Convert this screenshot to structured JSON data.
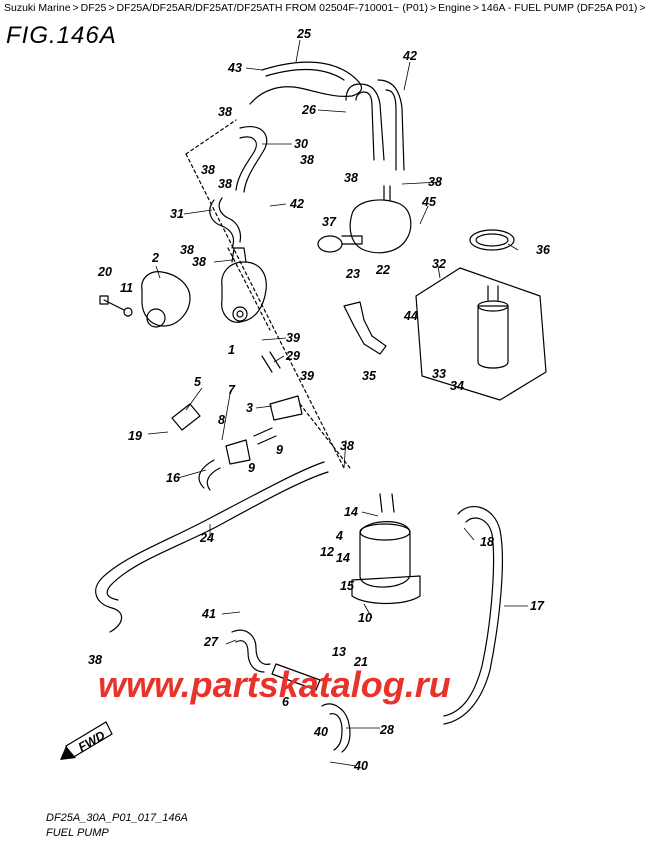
{
  "breadcrumb": {
    "items": [
      "Suzuki Marine",
      "DF25",
      "DF25A/DF25AR/DF25AT/DF25ATH FROM 02504F-710001~ (P01)",
      "Engine",
      "146A - FUEL PUMP (DF25A P01)"
    ],
    "separator": ">"
  },
  "figure": {
    "title": "FIG.146A"
  },
  "callouts": [
    {
      "id": "c25",
      "label": "25"
    },
    {
      "id": "c43",
      "label": "43"
    },
    {
      "id": "c42a",
      "label": "42"
    },
    {
      "id": "c26",
      "label": "26"
    },
    {
      "id": "c38a",
      "label": "38"
    },
    {
      "id": "c30",
      "label": "30"
    },
    {
      "id": "c38b",
      "label": "38"
    },
    {
      "id": "c38c",
      "label": "38"
    },
    {
      "id": "c38d",
      "label": "38"
    },
    {
      "id": "c38e",
      "label": "38"
    },
    {
      "id": "c38f",
      "label": "38"
    },
    {
      "id": "c42b",
      "label": "42"
    },
    {
      "id": "c45",
      "label": "45"
    },
    {
      "id": "c31",
      "label": "31"
    },
    {
      "id": "c37",
      "label": "37"
    },
    {
      "id": "c36",
      "label": "36"
    },
    {
      "id": "c38g",
      "label": "38"
    },
    {
      "id": "c2",
      "label": "2"
    },
    {
      "id": "c38h",
      "label": "38"
    },
    {
      "id": "c23",
      "label": "23"
    },
    {
      "id": "c22",
      "label": "22"
    },
    {
      "id": "c32",
      "label": "32"
    },
    {
      "id": "c20",
      "label": "20"
    },
    {
      "id": "c11",
      "label": "11"
    },
    {
      "id": "c44",
      "label": "44"
    },
    {
      "id": "c39a",
      "label": "39"
    },
    {
      "id": "c1",
      "label": "1"
    },
    {
      "id": "c29",
      "label": "29"
    },
    {
      "id": "c33",
      "label": "33"
    },
    {
      "id": "c34",
      "label": "34"
    },
    {
      "id": "c35",
      "label": "35"
    },
    {
      "id": "c5",
      "label": "5"
    },
    {
      "id": "c7",
      "label": "7"
    },
    {
      "id": "c39b",
      "label": "39"
    },
    {
      "id": "c3",
      "label": "3"
    },
    {
      "id": "c8",
      "label": "8"
    },
    {
      "id": "c19",
      "label": "19"
    },
    {
      "id": "c9a",
      "label": "9"
    },
    {
      "id": "c9b",
      "label": "9"
    },
    {
      "id": "c38i",
      "label": "38"
    },
    {
      "id": "c16",
      "label": "16"
    },
    {
      "id": "c14a",
      "label": "14"
    },
    {
      "id": "c4",
      "label": "4"
    },
    {
      "id": "c18",
      "label": "18"
    },
    {
      "id": "c24",
      "label": "24"
    },
    {
      "id": "c12",
      "label": "12"
    },
    {
      "id": "c14b",
      "label": "14"
    },
    {
      "id": "c15",
      "label": "15"
    },
    {
      "id": "c17",
      "label": "17"
    },
    {
      "id": "c41",
      "label": "41"
    },
    {
      "id": "c10",
      "label": "10"
    },
    {
      "id": "c27",
      "label": "27"
    },
    {
      "id": "c13",
      "label": "13"
    },
    {
      "id": "c21",
      "label": "21"
    },
    {
      "id": "c38j",
      "label": "38"
    },
    {
      "id": "c6",
      "label": "6"
    },
    {
      "id": "c28",
      "label": "28"
    },
    {
      "id": "c40a",
      "label": "40"
    },
    {
      "id": "c40b",
      "label": "40"
    }
  ],
  "direction": {
    "label": "FWD"
  },
  "watermark": {
    "text": "www.partskatalog.ru"
  },
  "footer": {
    "code": "DF25A_30A_P01_017_146A",
    "caption": "FUEL PUMP"
  },
  "colors": {
    "watermark": "#e8332b",
    "line": "#000000"
  }
}
